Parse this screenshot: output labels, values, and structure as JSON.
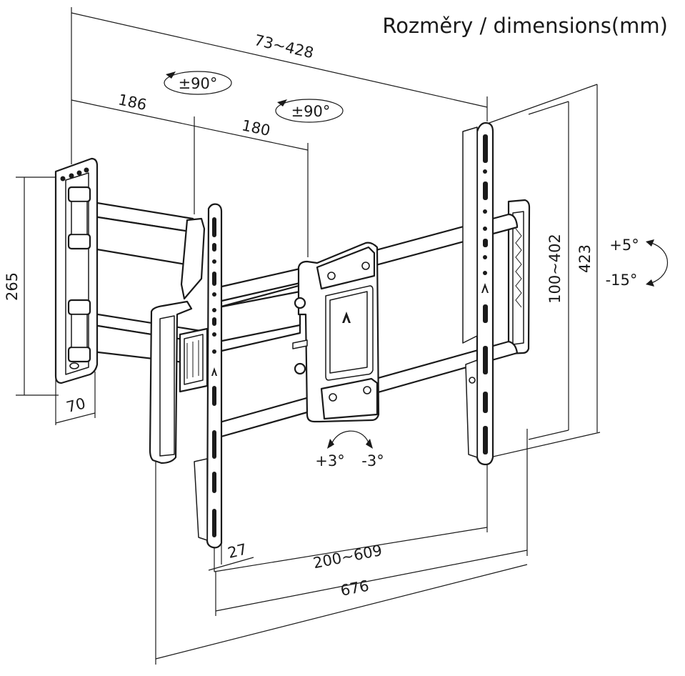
{
  "title": "Rozměry / dimensions(mm)",
  "dimensions": {
    "arm_extension": "73~428",
    "arm_1": "186",
    "arm_2": "180",
    "wall_plate_height": "265",
    "wall_plate_width": "70",
    "vesa_vertical": "100~402",
    "bracket_height": "423",
    "rail_width": "27",
    "vesa_horizontal": "200~609",
    "total_width": "676"
  },
  "rotations": {
    "swivel_1": "±90°",
    "swivel_2": "±90°",
    "tilt_up": "+5°",
    "tilt_down": "-15°",
    "level_plus": "+3°",
    "level_minus": "-3°"
  }
}
